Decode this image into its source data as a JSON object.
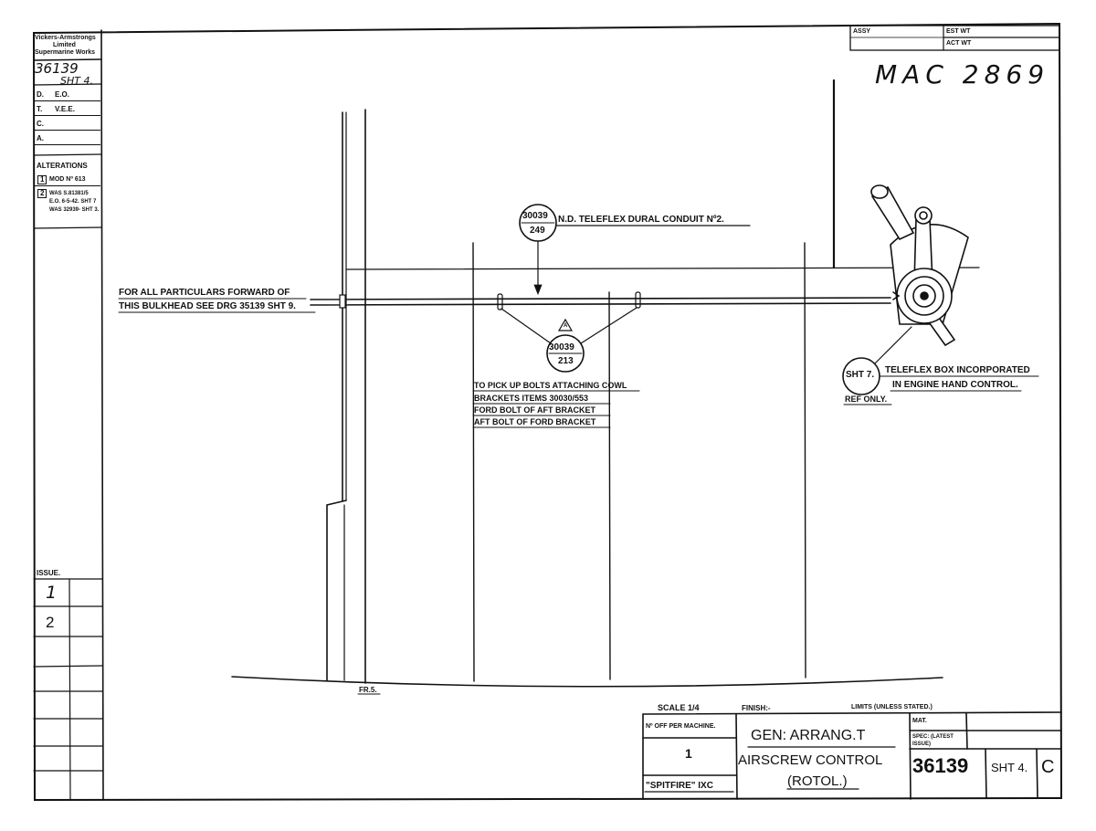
{
  "side_block": {
    "company": [
      "Vickers-Armstrongs",
      "Limited",
      "Supermarine Works"
    ],
    "drawing_no": "36139",
    "sheet": "SHT 4.",
    "rows": [
      {
        "key": "D.",
        "val": "E.O."
      },
      {
        "key": "T.",
        "val": "V.E.E."
      },
      {
        "key": "C.",
        "val": ""
      },
      {
        "key": "A.",
        "val": ""
      }
    ],
    "alterations_title": "ALTERATIONS",
    "alterations": [
      {
        "no": "1",
        "text": "MOD Nº 613"
      },
      {
        "no": "2",
        "text": "WAS S.81381/5 E.O. 6-5-42. SHT 7 WAS 32939- SHT 3."
      }
    ],
    "issue_title": "ISSUE.",
    "issues": [
      "1",
      "2"
    ]
  },
  "top_block": {
    "assy": "ASSY",
    "est_wt": "EST WT",
    "act_wt": "ACT WT"
  },
  "archive_ref": "MAC 2869",
  "labels": {
    "forward": [
      "FOR ALL PARTICULARS FORWARD OF",
      "THIS BULKHEAD SEE DRG 35139 SHT 9."
    ],
    "conduit_ref_top": "30039",
    "conduit_ref_bottom": "249",
    "conduit_text": "N.D. TELEFLEX DURAL CONDUIT Nº2.",
    "clip_ref_top": "30039",
    "clip_ref_bottom": "213",
    "clip_mark": "A",
    "clip_text": [
      "TO PICK UP BOLTS ATTACHING COWL",
      "BRACKETS ITEMS 30030/553",
      "FORD BOLT OF AFT BRACKET",
      "AFT BOLT OF FORD BRACKET"
    ],
    "box_ref": "SHT 7.",
    "box_text": [
      "TELEFLEX BOX INCORPORATED",
      "IN ENGINE HAND CONTROL."
    ],
    "ref_only": "REF ONLY.",
    "frame": "FR.5."
  },
  "title_block": {
    "scale": "SCALE 1/4",
    "finish": "FINISH:-",
    "limits": "LIMITS (UNLESS STATED.)",
    "off_per_machine_label": "Nº OFF PER MACHINE.",
    "off_per_machine": "1",
    "title1": "GEN: ARRANG.T",
    "title2": "AIRSCREW CONTROL",
    "title3": "(ROTOL.)",
    "machine": "\"SPITFIRE\" IXC",
    "mat": "MAT.",
    "spec": "SPEC: (LATEST ISSUE)",
    "drawing_no": "36139",
    "sheet": "SHT 4.",
    "issue_letter": "C"
  }
}
